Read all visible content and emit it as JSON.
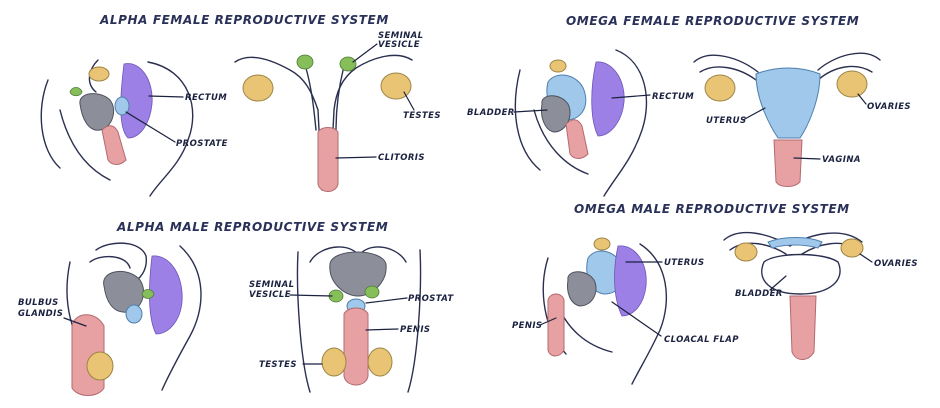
{
  "panels": {
    "alpha_female": {
      "title": "ALPHA FEMALE REPRODUCTIVE SYSTEM",
      "labels": {
        "rectum": "RECTUM",
        "prostate": "PROSTATE",
        "seminal_vesicle_line1": "SEMINAL",
        "seminal_vesicle_line2": "VESICLE",
        "testes": "TESTES",
        "clitoris": "CLITORIS"
      }
    },
    "omega_female": {
      "title": "OMEGA FEMALE REPRODUCTIVE SYSTEM",
      "labels": {
        "bladder": "BLADDER",
        "rectum": "RECTUM",
        "uterus": "UTERUS",
        "ovaries": "OVARIES",
        "vagina": "VAGINA"
      }
    },
    "alpha_male": {
      "title": "ALPHA MALE REPRODUCTIVE SYSTEM",
      "labels": {
        "bulbus_line1": "BULBUS",
        "bulbus_line2": "GLANDIS",
        "seminal_vesicle_line1": "SEMINAL",
        "seminal_vesicle_line2": "VESICLE",
        "prostate": "PROSTAT",
        "penis": "PENIS",
        "testes": "TESTES"
      }
    },
    "omega_male": {
      "title": "OMEGA MALE REPRODUCTIVE SYSTEM",
      "labels": {
        "uterus": "UTERUS",
        "ovaries": "OVARIES",
        "bladder": "BLADDER",
        "penis": "PENIS",
        "cloacal_flap": "CLOACAL FLAP"
      }
    }
  },
  "colors": {
    "gonad": "#e8c474",
    "seminal_vesicle": "#86bf5a",
    "rectum": "#9c80e6",
    "bladder_uterus": "#9fc8ea",
    "genital_tissue": "#e8a1a3",
    "bowel": "#8c8f99"
  }
}
